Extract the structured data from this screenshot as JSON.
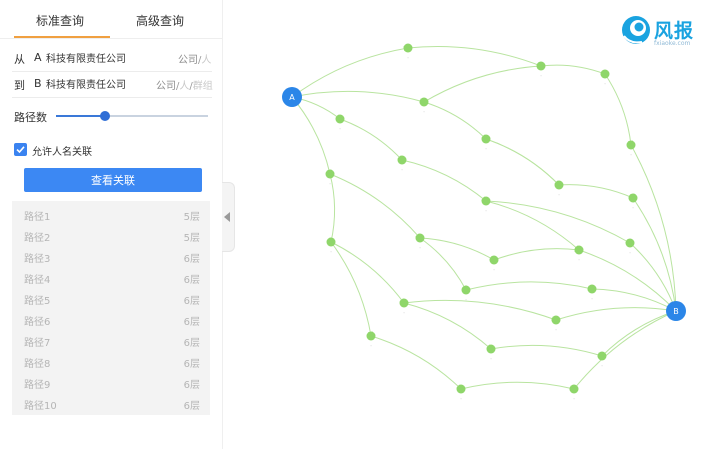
{
  "tabs": [
    {
      "label": "标准查询",
      "active": true
    },
    {
      "label": "高级查询",
      "active": false
    }
  ],
  "from_row": {
    "direction": "从",
    "letter": "A",
    "value": "科技有限责任公司",
    "type_company": "公司",
    "type_person": "人",
    "separator": "/"
  },
  "to_row": {
    "direction": "到",
    "letter": "B",
    "value": "科技有限责任公司",
    "type_company": "公司",
    "type_person": "人",
    "type_group": "群组",
    "separator": "/"
  },
  "path_count": {
    "label": "路径数",
    "level": 0.32
  },
  "allow_person": {
    "label": "允许人名关联",
    "checked": true
  },
  "view_button": "查看关联",
  "paths": [
    {
      "name": "路径1",
      "layers": "5层"
    },
    {
      "name": "路径2",
      "layers": "5层"
    },
    {
      "name": "路径3",
      "layers": "6层"
    },
    {
      "name": "路径4",
      "layers": "6层"
    },
    {
      "name": "路径5",
      "layers": "6层"
    },
    {
      "name": "路径6",
      "layers": "6层"
    },
    {
      "name": "路径7",
      "layers": "6层"
    },
    {
      "name": "路径8",
      "layers": "6层"
    },
    {
      "name": "路径9",
      "layers": "6层"
    },
    {
      "name": "路径10",
      "layers": "6层"
    }
  ],
  "logo": {
    "text": "风报",
    "url": "fxiaoke.com"
  },
  "colors": {
    "accent_blue": "#3c88f3",
    "tab_underline": "#f0a040",
    "node_green": "#8fd66a",
    "edge_green": "#b9e4a0",
    "endpoint_blue": "#2b86e8",
    "logo_blue": "#1aa3e0"
  },
  "graph": {
    "source": {
      "label": "A"
    },
    "target": {
      "label": "B"
    },
    "nodes": [
      {
        "id": "n1",
        "label": "·"
      },
      {
        "id": "n2",
        "label": "·"
      },
      {
        "id": "n3",
        "label": "·"
      },
      {
        "id": "n4",
        "label": "·"
      },
      {
        "id": "n5",
        "label": "·"
      },
      {
        "id": "n6",
        "label": "·"
      },
      {
        "id": "n7",
        "label": "·"
      },
      {
        "id": "n8",
        "label": "·"
      },
      {
        "id": "n9",
        "label": "·"
      },
      {
        "id": "n10",
        "label": "·"
      },
      {
        "id": "n11",
        "label": "·"
      },
      {
        "id": "n12",
        "label": "·"
      },
      {
        "id": "n13",
        "label": "·"
      },
      {
        "id": "n14",
        "label": "·"
      },
      {
        "id": "n15",
        "label": "·"
      },
      {
        "id": "n16",
        "label": "·"
      },
      {
        "id": "n17",
        "label": "·"
      },
      {
        "id": "n18",
        "label": "·"
      },
      {
        "id": "n19",
        "label": "·"
      },
      {
        "id": "n20",
        "label": "·"
      },
      {
        "id": "n21",
        "label": "·"
      },
      {
        "id": "n22",
        "label": "·"
      },
      {
        "id": "n23",
        "label": "·"
      },
      {
        "id": "n24",
        "label": "·"
      },
      {
        "id": "n25",
        "label": "·"
      },
      {
        "id": "n26",
        "label": "·"
      }
    ]
  }
}
